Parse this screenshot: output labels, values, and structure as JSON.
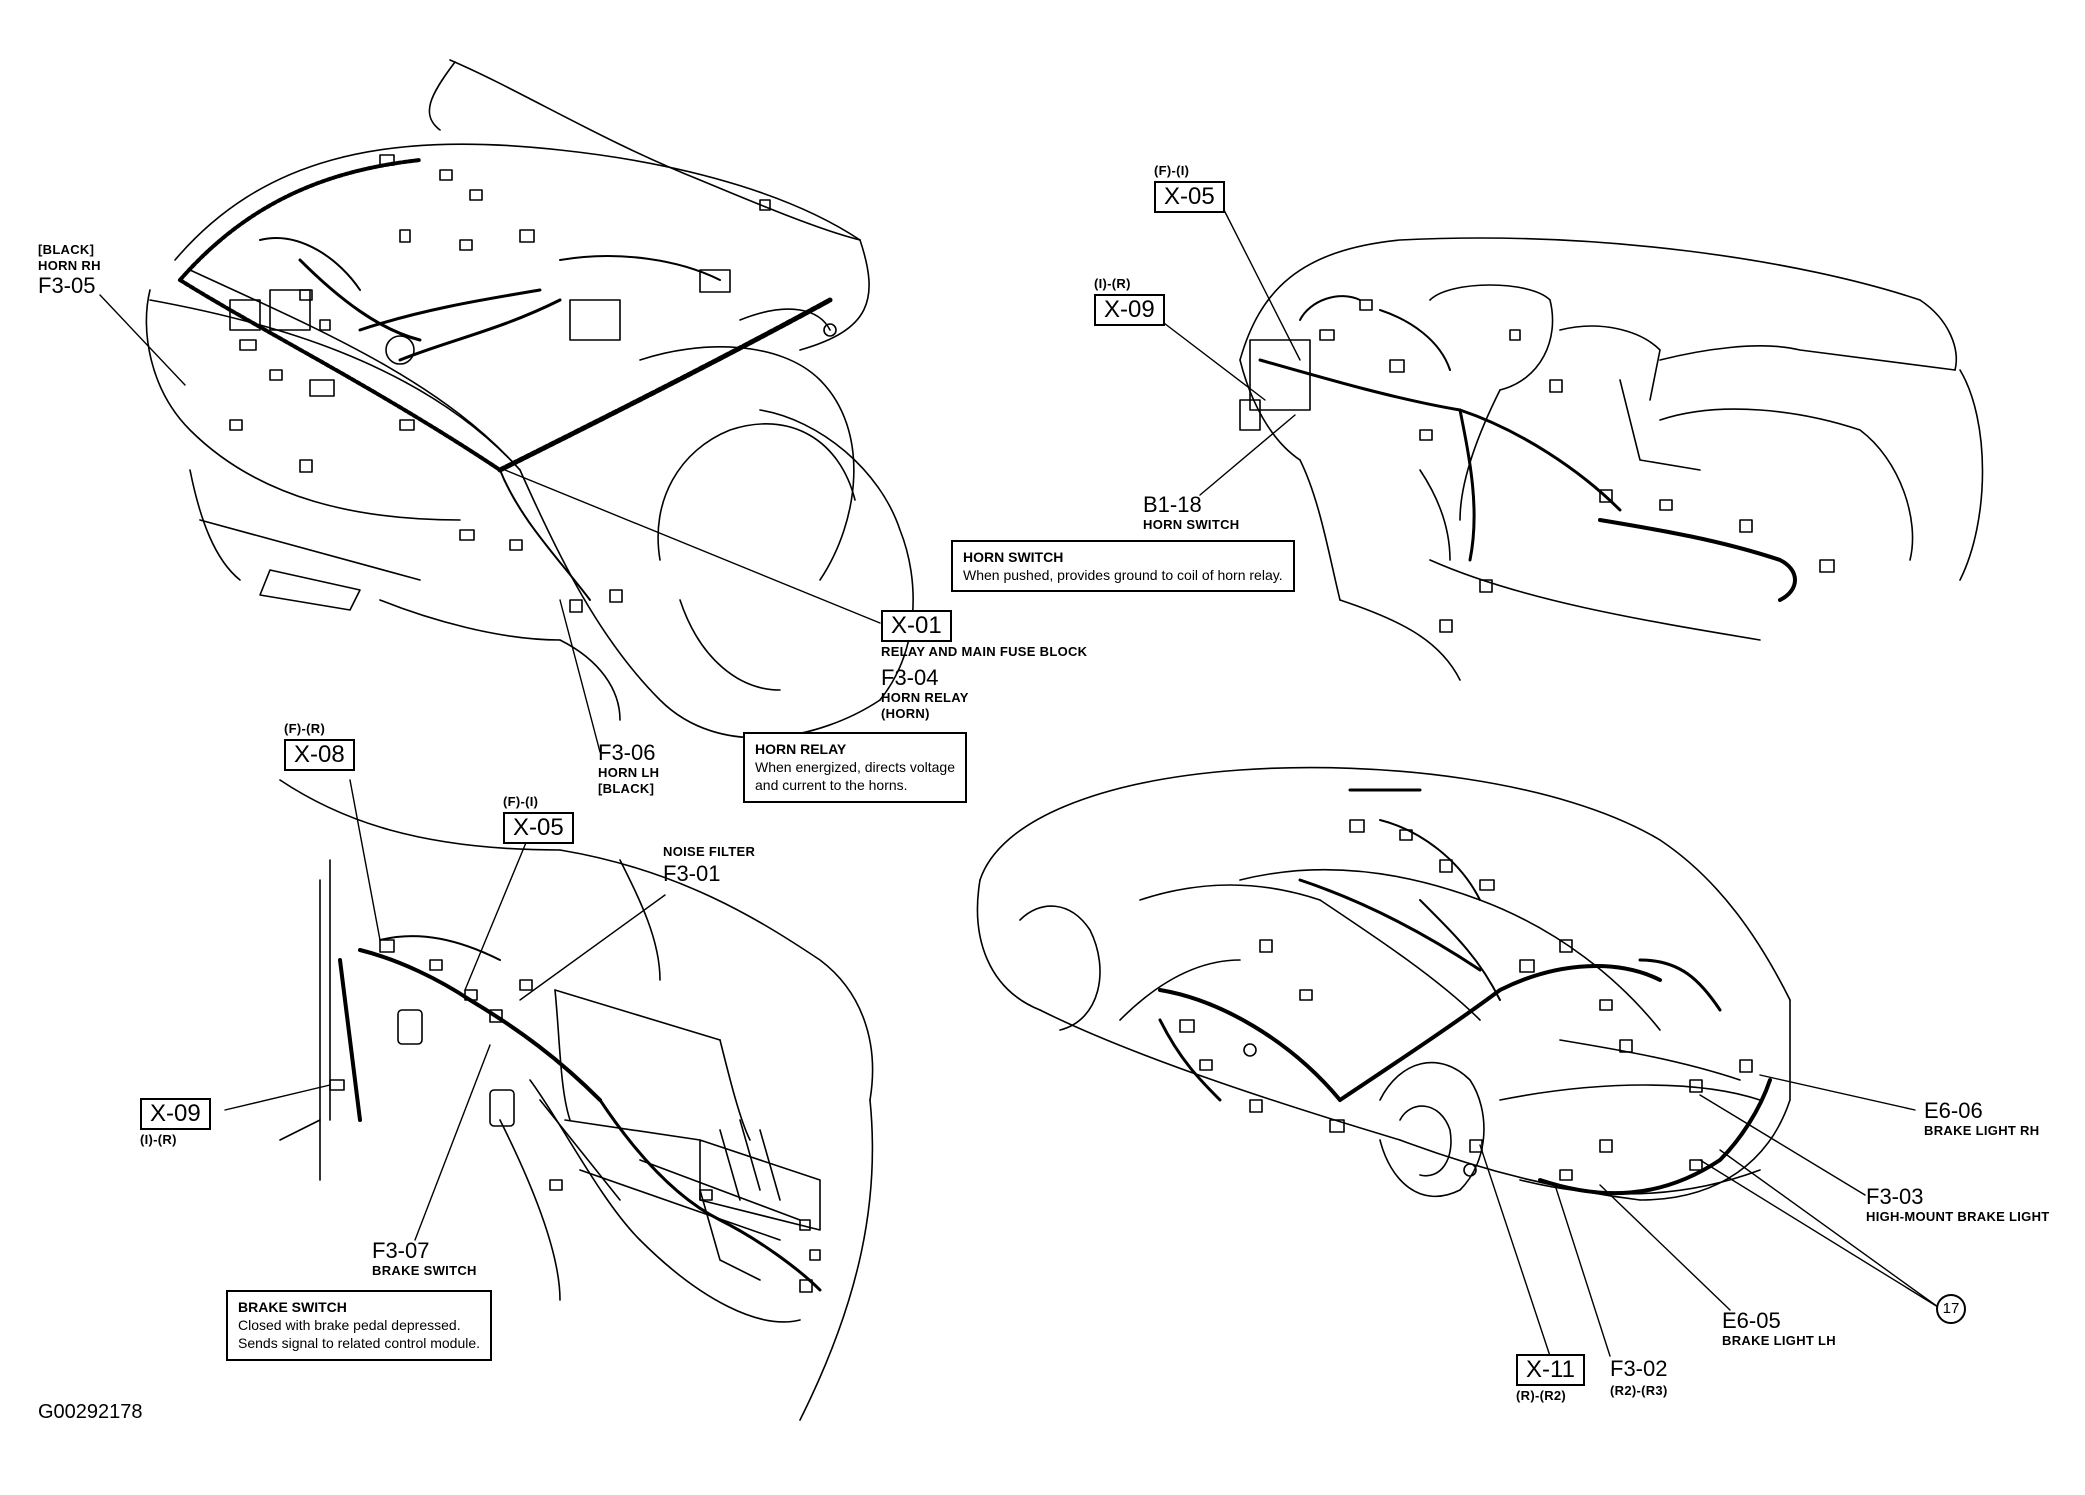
{
  "figure_id": "G00292178",
  "callouts": {
    "f3_05": {
      "qualifier": "[BLACK]",
      "desc": "HORN RH",
      "code": "F3-05"
    },
    "x_01": {
      "code": "X-01",
      "desc": "RELAY AND MAIN FUSE BLOCK"
    },
    "f3_04": {
      "code": "F3-04",
      "desc": "HORN RELAY",
      "qualifier": "(HORN)"
    },
    "f3_06": {
      "code": "F3-06",
      "desc": "HORN LH",
      "qualifier": "[BLACK]"
    },
    "x_05_top": {
      "loc": "(F)-(I)",
      "code": "X-05"
    },
    "x_09_top": {
      "loc": "(I)-(R)",
      "code": "X-09"
    },
    "b1_18": {
      "code": "B1-18",
      "desc": "HORN SWITCH"
    },
    "x_08": {
      "loc": "(F)-(R)",
      "code": "X-08"
    },
    "x_05_bottom": {
      "loc": "(F)-(I)",
      "code": "X-05"
    },
    "noise_filter": {
      "desc": "NOISE FILTER",
      "code": "F3-01"
    },
    "x_09_bottom": {
      "code": "X-09",
      "loc": "(I)-(R)"
    },
    "f3_07": {
      "code": "F3-07",
      "desc": "BRAKE SWITCH"
    },
    "e6_06": {
      "code": "E6-06",
      "desc": "BRAKE LIGHT RH"
    },
    "f3_03": {
      "code": "F3-03",
      "desc": "HIGH-MOUNT BRAKE LIGHT"
    },
    "ref_17": {
      "code": "17"
    },
    "e6_05": {
      "code": "E6-05",
      "desc": "BRAKE LIGHT LH"
    },
    "x_11": {
      "code": "X-11",
      "loc": "(R)-(R2)"
    },
    "f3_02": {
      "code": "F3-02",
      "loc": "(R2)-(R3)"
    }
  },
  "notes": {
    "horn_switch": {
      "title": "HORN SWITCH",
      "line1": "When pushed, provides ground to coil of horn relay."
    },
    "horn_relay": {
      "title": "HORN RELAY",
      "line1": "When energized, directs voltage",
      "line2": "and current to the horns."
    },
    "brake_switch": {
      "title": "BRAKE SWITCH",
      "line1": "Closed with brake pedal depressed.",
      "line2": "Sends signal to related control module."
    }
  }
}
